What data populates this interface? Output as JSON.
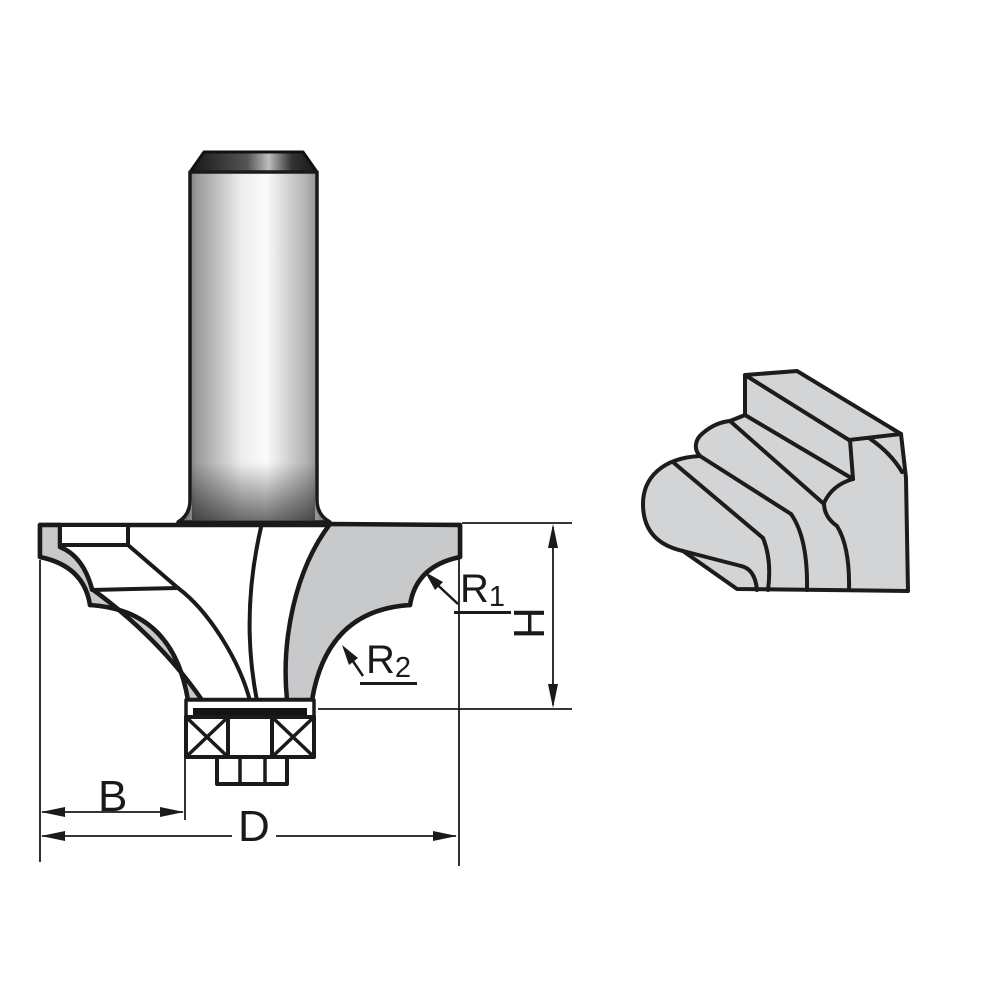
{
  "figure": {
    "title": "router-bit-profile-technical-drawing",
    "labels": {
      "r1": {
        "letter": "R",
        "sub": "1"
      },
      "r2": {
        "letter": "R",
        "sub": "2"
      },
      "height": "H",
      "cut_width": "B",
      "diameter": "D"
    },
    "colors": {
      "outline": "#1a1a1a",
      "cutter_gray": "#c8c9cb",
      "wood_gray": "#d3d4d6",
      "background": "#ffffff"
    }
  }
}
